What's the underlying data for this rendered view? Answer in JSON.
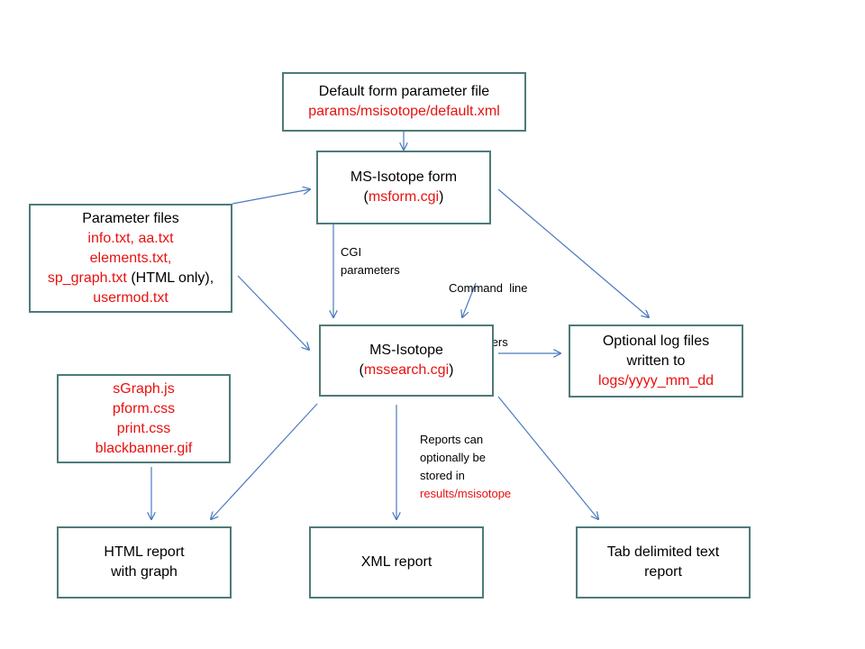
{
  "colors": {
    "box_border": "#4f7a7a",
    "arrow": "#4a7bbf",
    "file_text": "#e8110f"
  },
  "default_box": {
    "title": "Default form parameter file",
    "file": "params/msisotope/default.xml"
  },
  "form_box": {
    "title": "MS-Isotope form",
    "open": "(",
    "file": "msform.cgi",
    "close": ")"
  },
  "param_box": {
    "title": "Parameter files",
    "line1": "info.txt, aa.txt",
    "line2": "elements.txt,",
    "line3_file": "sp_graph.txt",
    "line3_suffix": " (HTML only),",
    "line4": "usermod.txt"
  },
  "labels": {
    "cgi_line1": "CGI",
    "cgi_line2": "parameters",
    "cmd_line1": "Command  line",
    "cmd_line2": "parameters"
  },
  "search_box": {
    "title": "MS-Isotope",
    "open": "(",
    "file": "mssearch.cgi",
    "close": ")"
  },
  "log_box": {
    "line1": "Optional log files",
    "line2": "written to",
    "file": "logs/yyyy_mm_dd"
  },
  "resources_box": {
    "items": [
      "sGraph.js",
      "pform.css",
      "print.css",
      "blackbanner.gif"
    ]
  },
  "storage_note": {
    "line1": "Reports can",
    "line2": "optionally be",
    "line3": "stored in",
    "file": "results/msisotope"
  },
  "html_box": {
    "line1": "HTML report",
    "line2": "with graph"
  },
  "xml_box": {
    "line1": "XML report"
  },
  "tab_box": {
    "line1": "Tab delimited text",
    "line2": "report"
  }
}
